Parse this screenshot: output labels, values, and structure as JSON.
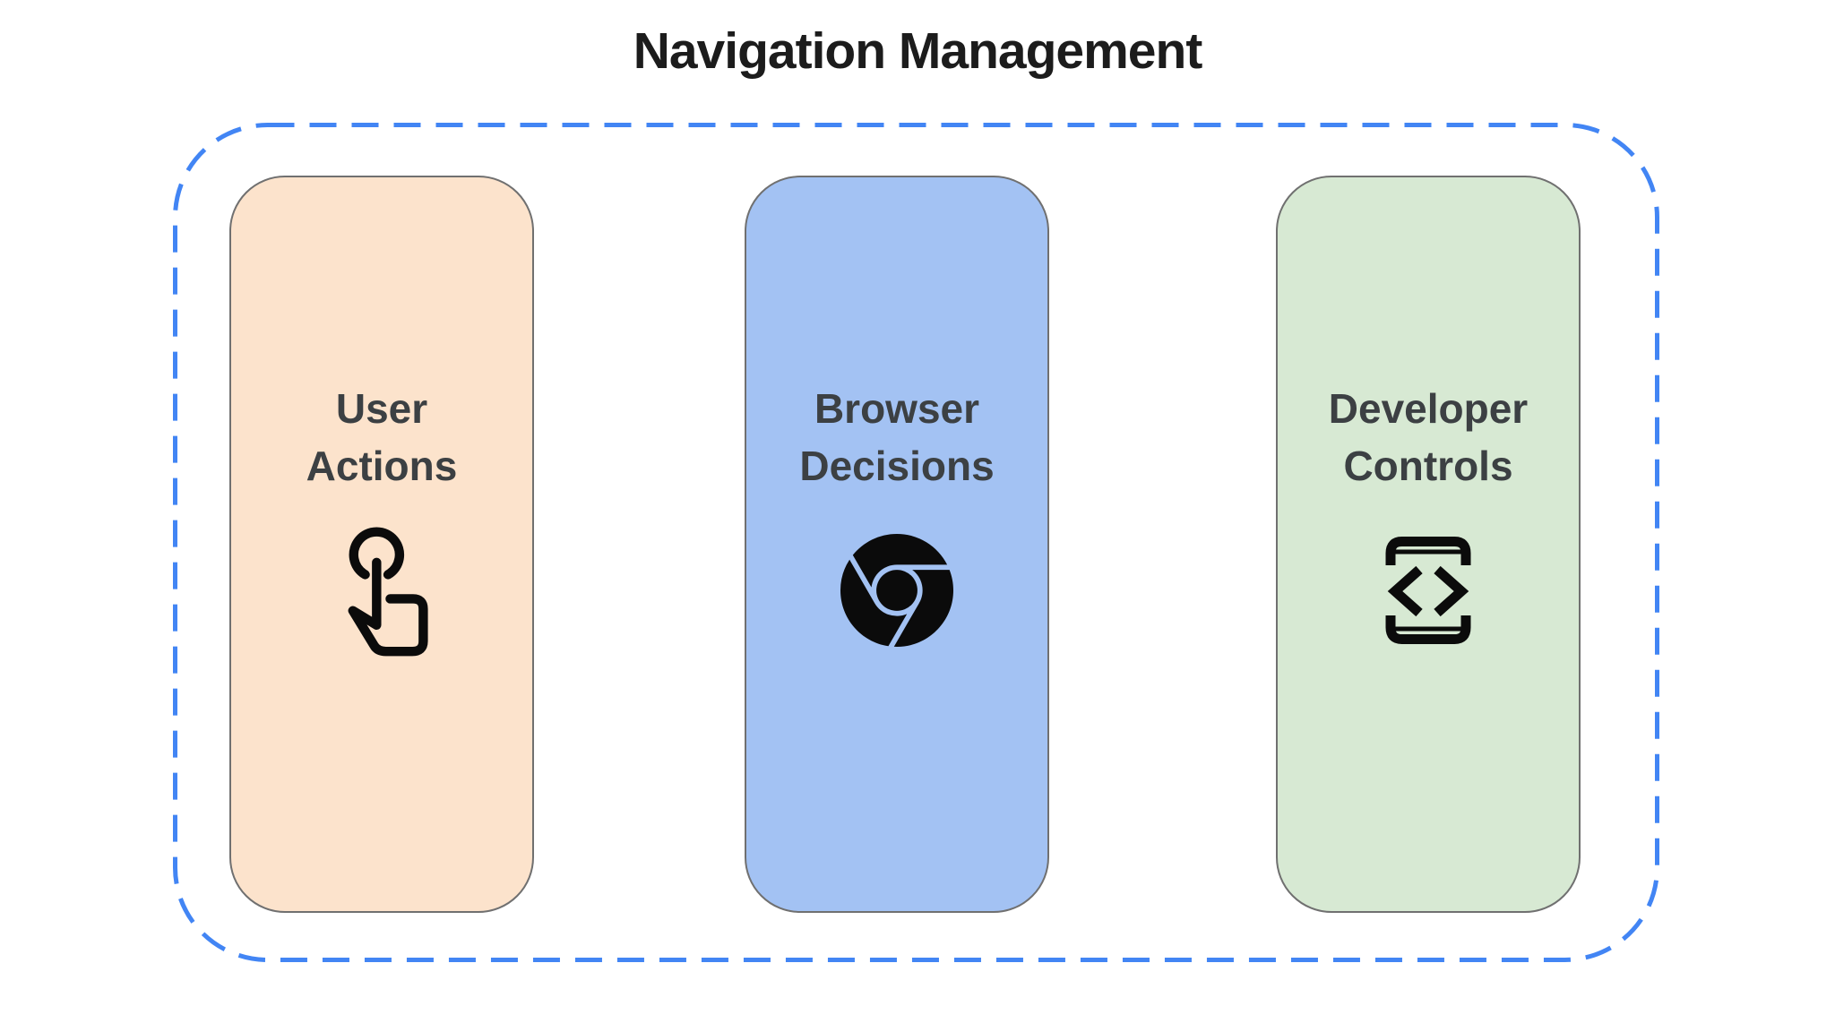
{
  "title": "Navigation Management",
  "colors": {
    "background": "#FFFFFF",
    "dashed_border": "#4285F4",
    "card_outline": "#707070",
    "card_text": "#3C4043",
    "title_text": "#1C1C1C",
    "icon": "#0B0B0B"
  },
  "group": {
    "shape": "dashed-rounded-rectangle",
    "contains": [
      "user-actions",
      "browser-decisions",
      "developer-controls"
    ]
  },
  "cards": [
    {
      "id": "user-actions",
      "line1": "User",
      "line2": "Actions",
      "bg": "#FCE3CC",
      "icon": "touch-gesture-icon"
    },
    {
      "id": "browser-decisions",
      "line1": "Browser",
      "line2": "Decisions",
      "bg": "#A3C2F3",
      "icon": "chrome-logo-icon"
    },
    {
      "id": "developer-controls",
      "line1": "Developer",
      "line2": "Controls",
      "bg": "#D7E9D3",
      "icon": "developer-mode-icon"
    }
  ]
}
